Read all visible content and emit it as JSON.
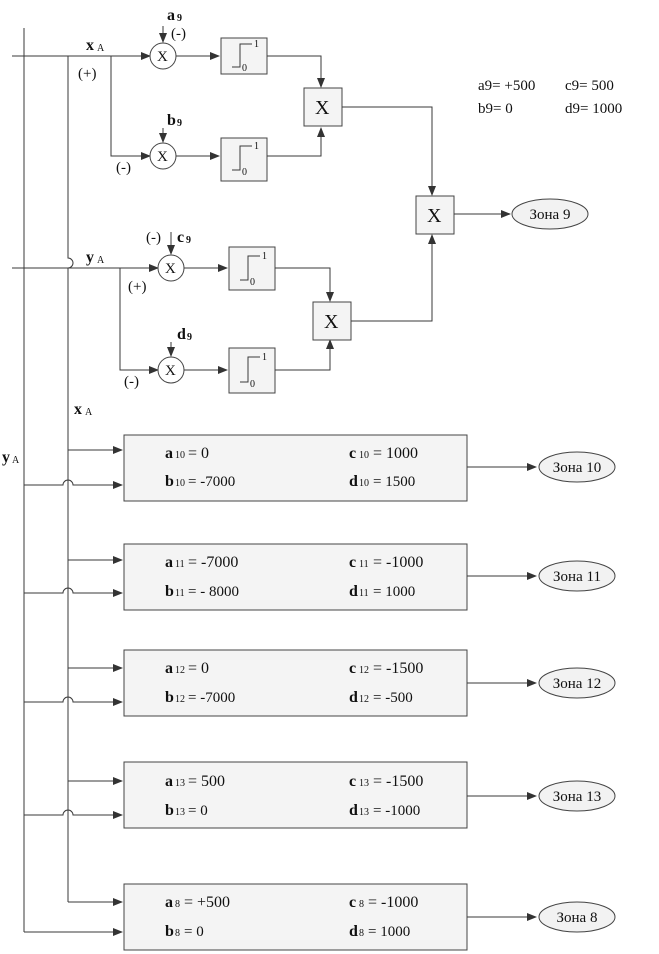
{
  "signals": {
    "x": "x",
    "y": "y",
    "sub": "A"
  },
  "signs": {
    "plus": "(+)",
    "minus": "(-)"
  },
  "multiply_symbol": "X",
  "step_block": {
    "one": "1",
    "zero": "0"
  },
  "zone9_params": {
    "a": "a9= +500",
    "b": "b9=   0",
    "c": "c9= 500",
    "d": "d9= 1000"
  },
  "input_labels": {
    "a9": "a",
    "b9": "b",
    "c9": "c",
    "d9": "d",
    "idx": "9"
  },
  "zones": [
    {
      "a_letter": "a",
      "a_idx": "10",
      "a_val": "= 0",
      "b_letter": "b",
      "b_idx": "10",
      "b_val": "= -7000",
      "c_letter": "c",
      "c_idx": "10",
      "c_val": "= 1000",
      "d_letter": "d",
      "d_idx": "10",
      "d_val": "= 1500",
      "output": "Зона 10"
    },
    {
      "a_letter": "a",
      "a_idx": "11",
      "a_val": "= -7000",
      "b_letter": "b",
      "b_idx": "11",
      "b_val": "= - 8000",
      "c_letter": "c",
      "c_idx": "11",
      "c_val": "= -1000",
      "d_letter": "d",
      "d_idx": "11",
      "d_val": "=   1000",
      "output": "Зона 11"
    },
    {
      "a_letter": "a",
      "a_idx": "12",
      "a_val": "= 0",
      "b_letter": "b",
      "b_idx": "12",
      "b_val": "= -7000",
      "c_letter": "c",
      "c_idx": "12",
      "c_val": "= -1500",
      "d_letter": "d",
      "d_idx": "12",
      "d_val": "=  -500",
      "output": "Зона 12"
    },
    {
      "a_letter": "a",
      "a_idx": "13",
      "a_val": "= 500",
      "b_letter": "b",
      "b_idx": "13",
      "b_val": "=  0",
      "c_letter": "c",
      "c_idx": "13",
      "c_val": "= -1500",
      "d_letter": "d",
      "d_idx": "13",
      "d_val": "=  -1000",
      "output": "Зона 13"
    },
    {
      "a_letter": "a",
      "a_idx": "8",
      "a_val": "= +500",
      "b_letter": "b",
      "b_idx": "8",
      "b_val": "=   0",
      "c_letter": "c",
      "c_idx": "8",
      "c_val": "= -1000",
      "d_letter": "d",
      "d_idx": "8",
      "d_val": "=   1000",
      "output": "Зона 8"
    }
  ],
  "zone9_output": "Зона 9"
}
